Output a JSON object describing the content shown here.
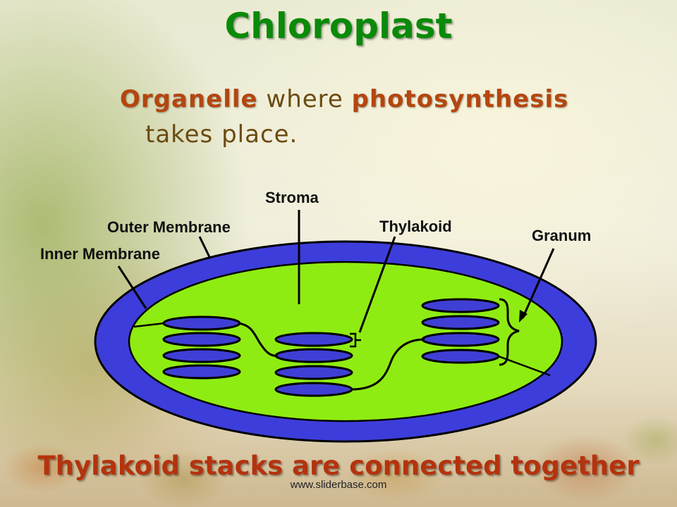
{
  "slide": {
    "title": "Chloroplast",
    "subtitle": {
      "term1": "Organelle",
      "text1": " where ",
      "term2": "photosynthesis",
      "text2": "takes place."
    },
    "labels": {
      "stroma": "Stroma",
      "outer_membrane": "Outer Membrane",
      "inner_membrane": "Inner Membrane",
      "thylakoid": "Thylakoid",
      "granum": "Granum"
    },
    "caption": "Thylakoid stacks are connected together",
    "watermark": "www.sliderbase.com"
  },
  "colors": {
    "outer_membrane": "#3d3ddb",
    "stroma": "#8fec12",
    "thylakoid": "#3f3fd6",
    "title": "#0a8a0a",
    "highlight": "#b4460e",
    "caption": "#b4330e"
  }
}
